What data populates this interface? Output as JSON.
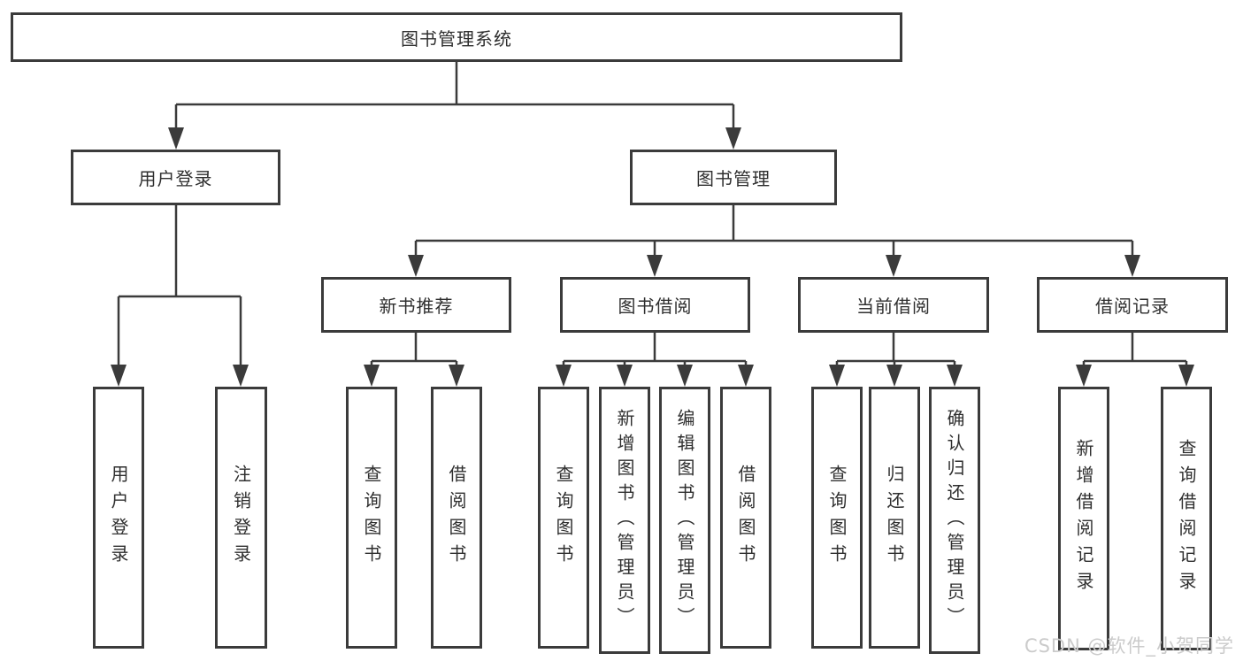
{
  "tree": {
    "label": "图书管理系统",
    "children": [
      {
        "label": "用户登录",
        "children": [
          {
            "label": "用户登录"
          },
          {
            "label": "注销登录"
          }
        ]
      },
      {
        "label": "图书管理",
        "children": [
          {
            "label": "新书推荐",
            "children": [
              {
                "label": "查询图书"
              },
              {
                "label": "借阅图书"
              }
            ]
          },
          {
            "label": "图书借阅",
            "children": [
              {
                "label": "查询图书"
              },
              {
                "label": "新增图书（管理员）"
              },
              {
                "label": "编辑图书（管理员）"
              },
              {
                "label": "借阅图书"
              }
            ]
          },
          {
            "label": "当前借阅",
            "children": [
              {
                "label": "查询图书"
              },
              {
                "label": "归还图书"
              },
              {
                "label": "确认归还（管理员）"
              }
            ]
          },
          {
            "label": "借阅记录",
            "children": [
              {
                "label": "新增借阅记录"
              },
              {
                "label": "查询借阅记录"
              }
            ]
          }
        ]
      }
    ]
  },
  "watermark": {
    "text": "CSDN @软件_小贺同学",
    "color": "#cbcbcb"
  },
  "colors": {
    "line": "#3b3b3b",
    "text": "#2f2f2f",
    "box_fill": "#ffffff",
    "background": "#ffffff"
  }
}
